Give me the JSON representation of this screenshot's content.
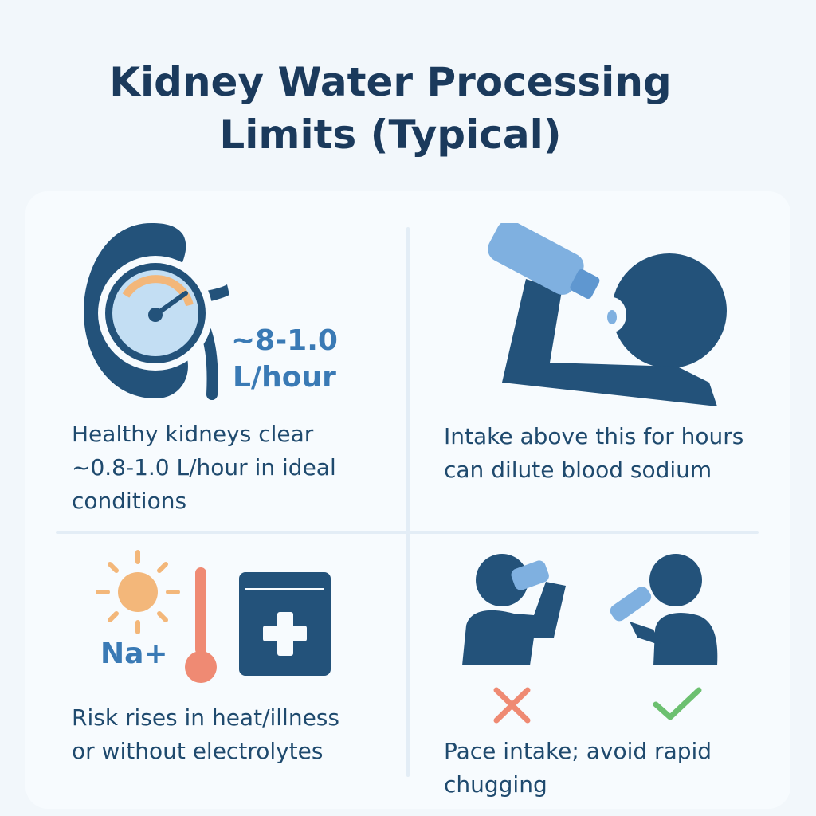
{
  "title": {
    "line1": "Kidney Water Processing",
    "line2": "Limits (Typical)"
  },
  "panels": [
    {
      "icon": "kidney-gauge-icon",
      "rate_line1": "~8-1.0",
      "rate_line2": "L/hour",
      "text_lines": [
        "Healthy kidneys clear",
        "~0.8-1.0 L/hour in ideal",
        "conditions"
      ]
    },
    {
      "icon": "person-drinking-bottle-icon",
      "text_lines": [
        "Intake above this for hours",
        "can dilute blood sodium"
      ]
    },
    {
      "icons": [
        "sun-icon",
        "thermometer-icon",
        "medical-kit-icon"
      ],
      "sodium_label": "Na+",
      "text_lines": [
        "Risk rises in heat/illness",
        "or without electrolytes"
      ]
    },
    {
      "icons": [
        "chugging-person-icon",
        "x-mark-icon",
        "sipping-person-icon",
        "check-mark-icon"
      ],
      "text_lines": [
        "Pace intake; avoid rapid",
        "chugging"
      ]
    }
  ],
  "colors": {
    "dark_blue": "#23527a",
    "accent_blue": "#3a7ab5",
    "light_blue": "#7fb0e0",
    "orange": "#f3b77a",
    "red": "#ef8a73",
    "green": "#6cc070"
  }
}
